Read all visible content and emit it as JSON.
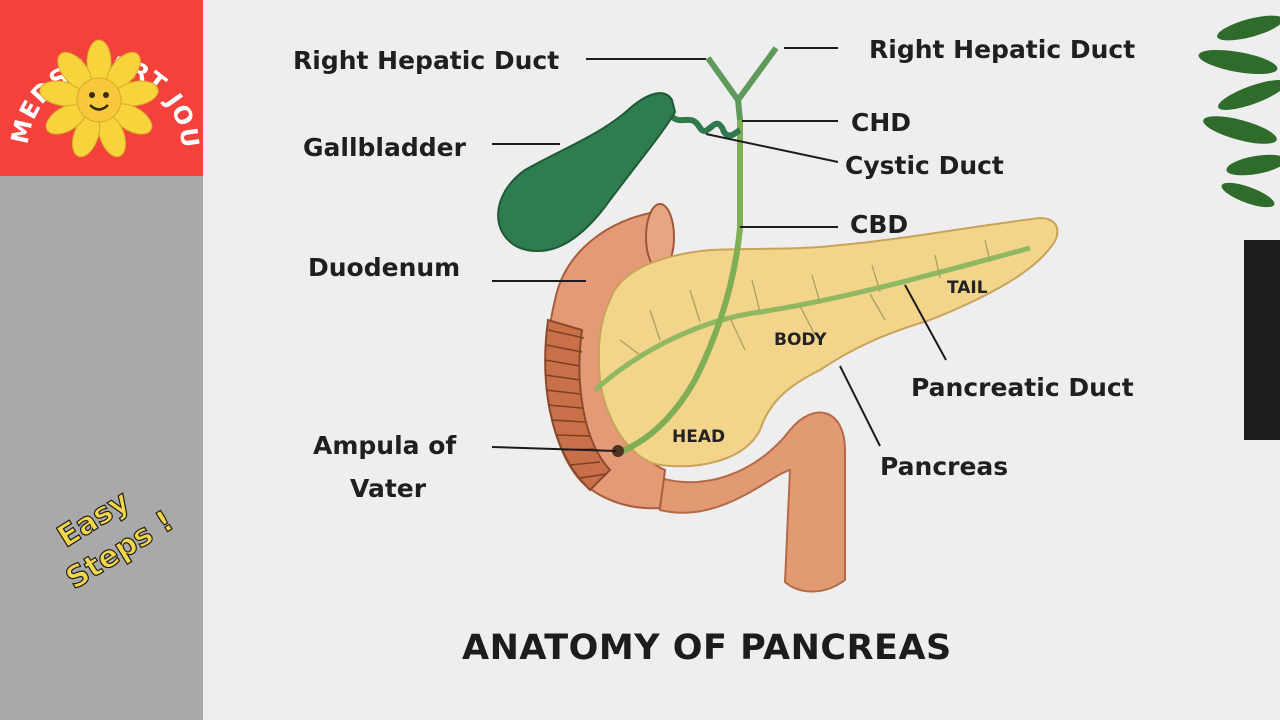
{
  "brand": {
    "name": "MEDSCI ART JOURNEY",
    "badge_text": "Easy Steps !",
    "colors": {
      "logo_bg": "#f4413b",
      "flower": "#f7d43c",
      "badge_text": "#f2d74a"
    }
  },
  "diagram": {
    "title": "ANATOMY OF PANCREAS",
    "labels": {
      "right_hepatic_duct_left": "Right Hepatic Duct",
      "right_hepatic_duct_right": "Right Hepatic Duct",
      "gallbladder": "Gallbladder",
      "chd": "CHD",
      "cystic_duct": "Cystic Duct",
      "cbd": "CBD",
      "duodenum": "Duodenum",
      "tail": "TAIL",
      "body": "BODY",
      "pancreatic_duct": "Pancreatic Duct",
      "head": "HEAD",
      "ampula_line1": "Ampula of",
      "ampula_line2": "Vater",
      "pancreas": "Pancreas"
    },
    "colors": {
      "gallbladder": "#2f7d4f",
      "pancreas": "#f1d48a",
      "duodenum": "#e09a78",
      "duct": "#8fb860"
    }
  }
}
